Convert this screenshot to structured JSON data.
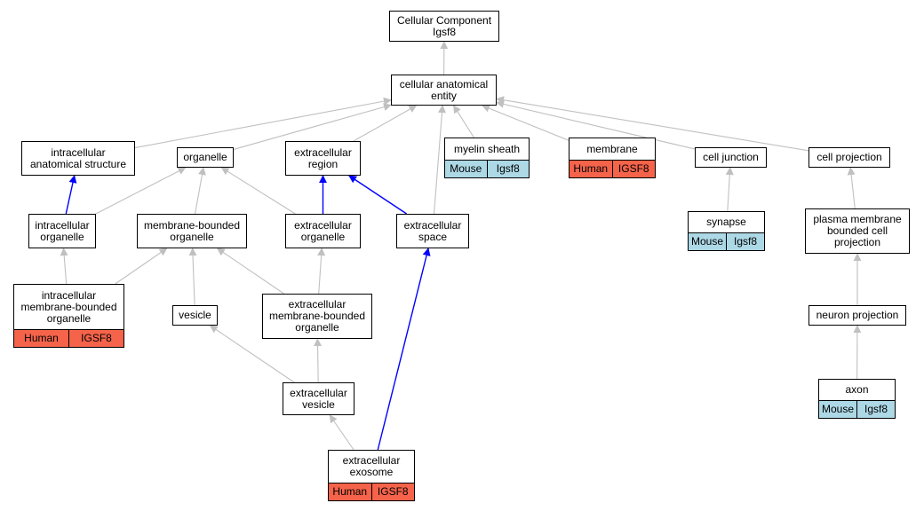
{
  "colors": {
    "edge_gray": "#c0c0c0",
    "edge_blue": "#0000ff",
    "human_fill": "#f4634a",
    "mouse_fill": "#add8e6"
  },
  "nodes": {
    "root": {
      "label": "Cellular Component\nIgsf8"
    },
    "cae": {
      "label": "cellular anatomical\nentity"
    },
    "ias": {
      "label": "intracellular\nanatomical structure"
    },
    "organelle": {
      "label": "organelle"
    },
    "ecregion": {
      "label": "extracellular\nregion"
    },
    "myelin": {
      "label": "myelin sheath",
      "species": "Mouse",
      "gene": "Igsf8"
    },
    "membrane": {
      "label": "membrane",
      "species": "Human",
      "gene": "IGSF8"
    },
    "celljunction": {
      "label": "cell junction"
    },
    "cellproj": {
      "label": "cell projection"
    },
    "intraorg": {
      "label": "intracellular\norganelle"
    },
    "mbo": {
      "label": "membrane-bounded\norganelle"
    },
    "ecorg": {
      "label": "extracellular\norganelle"
    },
    "ecspace": {
      "label": "extracellular\nspace"
    },
    "synapse": {
      "label": "synapse",
      "species": "Mouse",
      "gene": "Igsf8"
    },
    "pmbcp": {
      "label": "plasma membrane\nbounded cell\nprojection"
    },
    "imbo": {
      "label": "intracellular\nmembrane-bounded\norganelle",
      "species": "Human",
      "gene": "IGSF8"
    },
    "vesicle": {
      "label": "vesicle"
    },
    "ecmbo": {
      "label": "extracellular\nmembrane-bounded\norganelle"
    },
    "neuronproj": {
      "label": "neuron projection"
    },
    "ecvesicle": {
      "label": "extracellular\nvesicle"
    },
    "axon": {
      "label": "axon",
      "species": "Mouse",
      "gene": "Igsf8"
    },
    "exosome": {
      "label": "extracellular\nexosome",
      "species": "Human",
      "gene": "IGSF8"
    }
  },
  "edges": [
    {
      "from": "cae",
      "to": "root",
      "color": "gray"
    },
    {
      "from": "ias",
      "to": "cae",
      "color": "gray"
    },
    {
      "from": "organelle",
      "to": "cae",
      "color": "gray"
    },
    {
      "from": "ecregion",
      "to": "cae",
      "color": "gray"
    },
    {
      "from": "ecspace",
      "to": "cae",
      "color": "gray"
    },
    {
      "from": "myelin",
      "to": "cae",
      "color": "gray"
    },
    {
      "from": "membrane",
      "to": "cae",
      "color": "gray"
    },
    {
      "from": "celljunction",
      "to": "cae",
      "color": "gray"
    },
    {
      "from": "cellproj",
      "to": "cae",
      "color": "gray"
    },
    {
      "from": "intraorg",
      "to": "ias",
      "color": "blue"
    },
    {
      "from": "intraorg",
      "to": "organelle",
      "color": "gray"
    },
    {
      "from": "mbo",
      "to": "organelle",
      "color": "gray"
    },
    {
      "from": "ecorg",
      "to": "organelle",
      "color": "gray"
    },
    {
      "from": "ecorg",
      "to": "ecregion",
      "color": "blue"
    },
    {
      "from": "ecspace",
      "to": "ecregion",
      "color": "blue"
    },
    {
      "from": "synapse",
      "to": "celljunction",
      "color": "gray"
    },
    {
      "from": "pmbcp",
      "to": "cellproj",
      "color": "gray"
    },
    {
      "from": "imbo",
      "to": "intraorg",
      "color": "gray"
    },
    {
      "from": "imbo",
      "to": "mbo",
      "color": "gray"
    },
    {
      "from": "vesicle",
      "to": "mbo",
      "color": "gray"
    },
    {
      "from": "ecmbo",
      "to": "mbo",
      "color": "gray"
    },
    {
      "from": "ecmbo",
      "to": "ecorg",
      "color": "gray"
    },
    {
      "from": "neuronproj",
      "to": "pmbcp",
      "color": "gray"
    },
    {
      "from": "ecvesicle",
      "to": "vesicle",
      "color": "gray"
    },
    {
      "from": "ecvesicle",
      "to": "ecmbo",
      "color": "gray"
    },
    {
      "from": "axon",
      "to": "neuronproj",
      "color": "gray"
    },
    {
      "from": "exosome",
      "to": "ecvesicle",
      "color": "gray"
    },
    {
      "from": "exosome",
      "to": "ecspace",
      "color": "blue"
    }
  ]
}
